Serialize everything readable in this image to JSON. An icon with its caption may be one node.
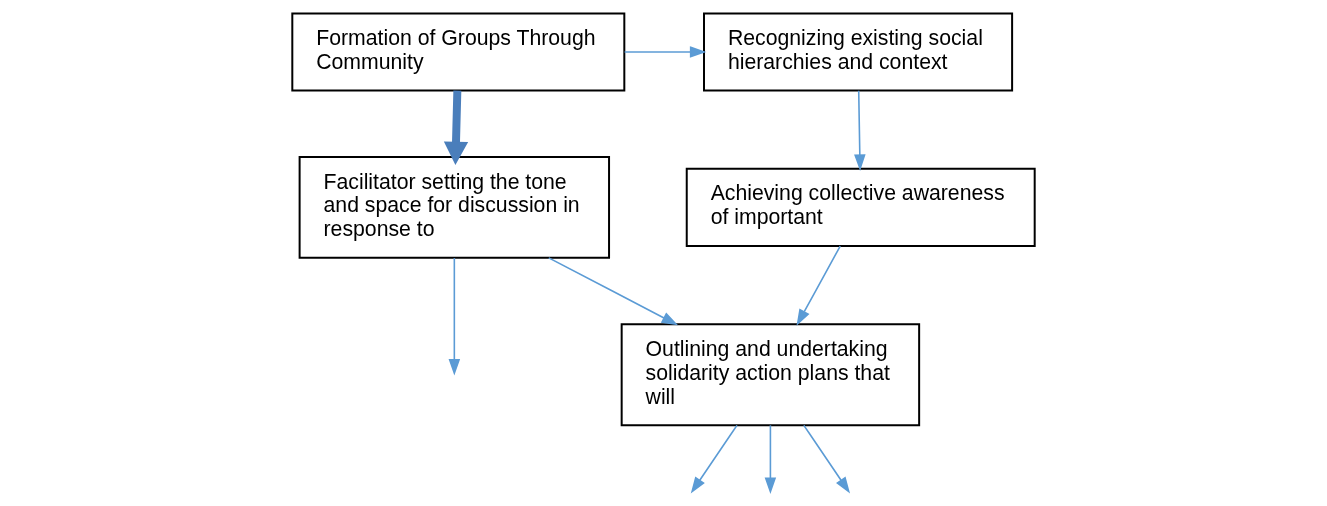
{
  "diagram": {
    "nodes": [
      {
        "text": [
          "Formation of Groups Through Community"
        ]
      },
      {
        "text": [
          "Recognizing existing social hierarchies and context"
        ]
      },
      {
        "text": [
          "Facilitator setting the tone and space for discussion in response to"
        ]
      },
      {
        "text": [
          "Achieving collective awareness of important"
        ]
      },
      {
        "text": [
          "Outlining and undertaking solidarity action plans that will"
        ]
      }
    ],
    "edges": [
      {
        "from": 0,
        "to": 1,
        "arrow": "to"
      },
      {
        "from": 0,
        "to": 2,
        "arrow": "to",
        "style": "thick"
      },
      {
        "from": 1,
        "to": 3,
        "arrow": "to"
      },
      {
        "from": 2,
        "to": 4,
        "arrow": "to"
      },
      {
        "from": 3,
        "to": 4,
        "arrow": "to"
      },
      {
        "from": 2,
        "to": null,
        "arrow": "to"
      },
      {
        "from": 4,
        "to": null,
        "arrow": "to"
      },
      {
        "from": 4,
        "to": null,
        "arrow": "to"
      },
      {
        "from": 4,
        "to": null,
        "arrow": "to"
      }
    ]
  }
}
